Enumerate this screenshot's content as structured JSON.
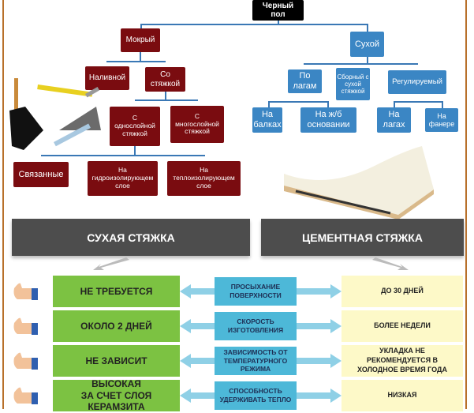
{
  "tree": {
    "root": "Черный\nпол",
    "wet": {
      "label": "Мокрый",
      "children": [
        {
          "label": "Наливной"
        },
        {
          "label": "Со\nстяжкой"
        }
      ],
      "screed": [
        {
          "label": "С\nоднослойной\nстяжкой"
        },
        {
          "label": "С\nмногослойной\nстяжкой"
        }
      ],
      "single": [
        {
          "label": "Связанные"
        },
        {
          "label": "На\nгидроизолирующем\nслое"
        },
        {
          "label": "На\nтеплоизолирующем\nслое"
        }
      ]
    },
    "dry": {
      "label": "Сухой",
      "children": [
        {
          "label": "По\nлагам"
        },
        {
          "label": "Сборный с\nсухой\nстяжкой"
        },
        {
          "label": "Регулируемый"
        }
      ],
      "logs": [
        {
          "label": "На\nбалках"
        },
        {
          "label": "На ж/б\nосновании"
        }
      ],
      "adjustable": [
        {
          "label": "На\nлагах"
        },
        {
          "label": "На\nфанере"
        }
      ]
    }
  },
  "headers": {
    "left": "СУХАЯ СТЯЖКА",
    "right": "ЦЕМЕНТНАЯ СТЯЖКА"
  },
  "rows": [
    {
      "dry": "НЕ ТРЕБУЕТСЯ",
      "criterion": "ПРОСЫХАНИЕ\nПОВЕРХНОСТИ",
      "cement": "ДО 30 ДНЕЙ"
    },
    {
      "dry": "ОКОЛО 2 ДНЕЙ",
      "criterion": "СКОРОСТЬ\nИЗГОТОВЛЕНИЯ",
      "cement": "БОЛЕЕ НЕДЕЛИ"
    },
    {
      "dry": "НЕ ЗАВИСИТ",
      "criterion": "ЗАВИСИМОСТЬ ОТ\nТЕМПЕРАТУРНОГО\nРЕЖИМА",
      "cement": "УКЛАДКА НЕ\nРЕКОМЕНДУЕТСЯ В\nХОЛОДНОЕ ВРЕМЯ ГОДА"
    },
    {
      "dry": "ВЫСОКАЯ\nЗА СЧЕТ СЛОЯ\nКЕРАМЗИТА",
      "criterion": "СПОСОБНОСТЬ\nУДЕРЖИВАТЬ ТЕПЛО",
      "cement": "НИЗКАЯ"
    }
  ]
}
